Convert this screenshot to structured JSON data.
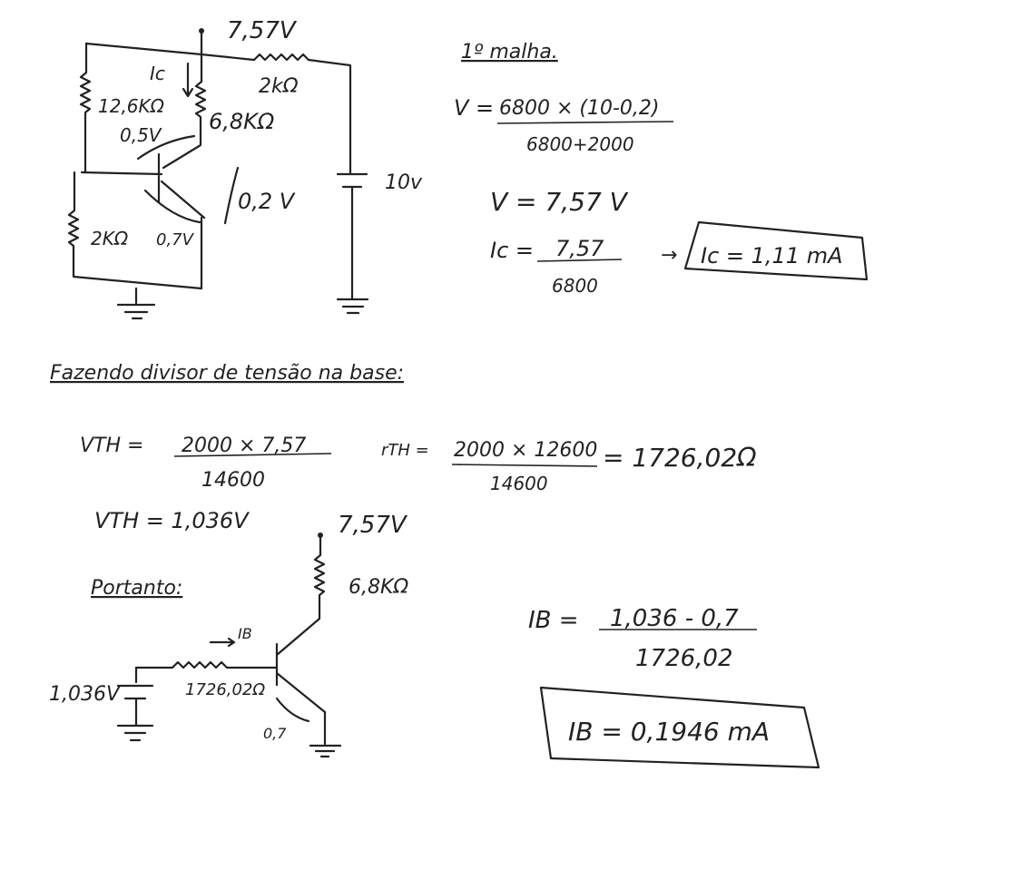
{
  "circuit1": {
    "node_voltage": "7,57V",
    "r_collector_top": "2kΩ",
    "r_base_top": "12,6KΩ",
    "r_collector": "6,8KΩ",
    "r_base_bottom": "2KΩ",
    "ic_label": "Ic",
    "v_bc": "0,5V",
    "v_be": "0,7V",
    "v_ce": "0,2 V",
    "battery": "10v"
  },
  "mesh1": {
    "title": "1º malha.",
    "eq_lhs": "V =",
    "eq_num": "6800 × (10-0,2)",
    "eq_den": "6800+2000",
    "v_result": "V = 7,57 V",
    "ic_lhs": "Ic =",
    "ic_num": "7,57",
    "ic_den": "6800",
    "arrow": "→",
    "ic_result": "Ic = 1,11 mA"
  },
  "thevenin": {
    "title": "Fazendo divisor de tensão na base:",
    "vth_lhs": "VTH =",
    "vth_num": "2000 × 7,57",
    "vth_den": "14600",
    "rth_lhs": "rTH =",
    "rth_num": "2000 × 12600",
    "rth_den": "14600",
    "rth_result": "= 1726,02Ω",
    "vth_result": "VTH = 1,036V"
  },
  "circuit2": {
    "title": "Portanto:",
    "node_voltage": "7,57V",
    "r_collector": "6,8KΩ",
    "ib_label": "IB",
    "source": "1,036V",
    "r_base": "1726,02Ω",
    "v_be": "0,7"
  },
  "ib_calc": {
    "lhs": "IB =",
    "num": "1,036 - 0,7",
    "den": "1726,02",
    "result": "IB = 0,1946 mA"
  }
}
